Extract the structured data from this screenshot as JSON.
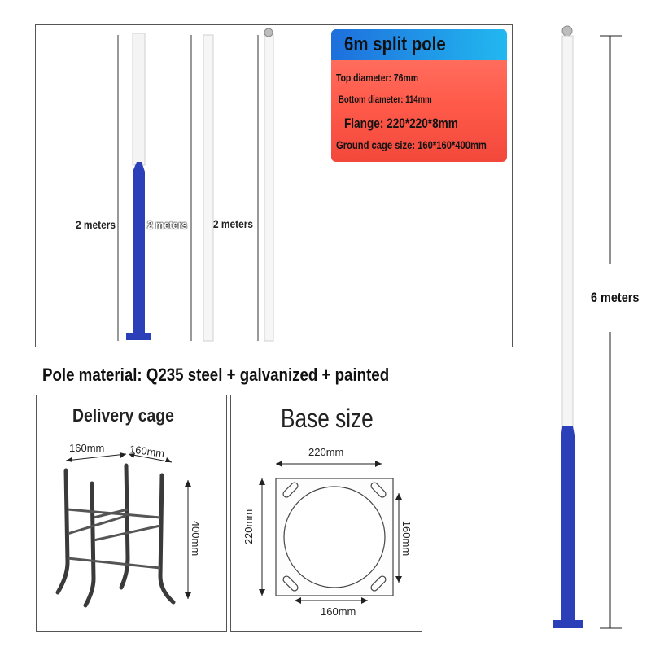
{
  "spec_card": {
    "title": "6m split pole",
    "top_diameter": "Top diameter: 76mm",
    "bottom_diameter": "Bottom diameter: 114mm",
    "flange": "Flange: 220*220*8mm",
    "ground_cage": "Ground cage size: 160*160*400mm"
  },
  "sections": {
    "section1": "2 meters",
    "section2": "2 meters",
    "section3": "2 meters"
  },
  "material": "Pole material: Q235 steel + galvanized + painted",
  "delivery_cage": {
    "title": "Delivery cage",
    "width_a": "160mm",
    "width_b": "160mm",
    "height": "400mm"
  },
  "base_size": {
    "title": "Base size",
    "top": "220mm",
    "left": "220mm",
    "right": "160mm",
    "bottom": "160mm"
  },
  "full_pole": {
    "height_label": "6 meters"
  },
  "colors": {
    "pole_blue": "#2a3fb8",
    "card_red": "#ff5b4b",
    "card_blue": "#22b8f0"
  }
}
